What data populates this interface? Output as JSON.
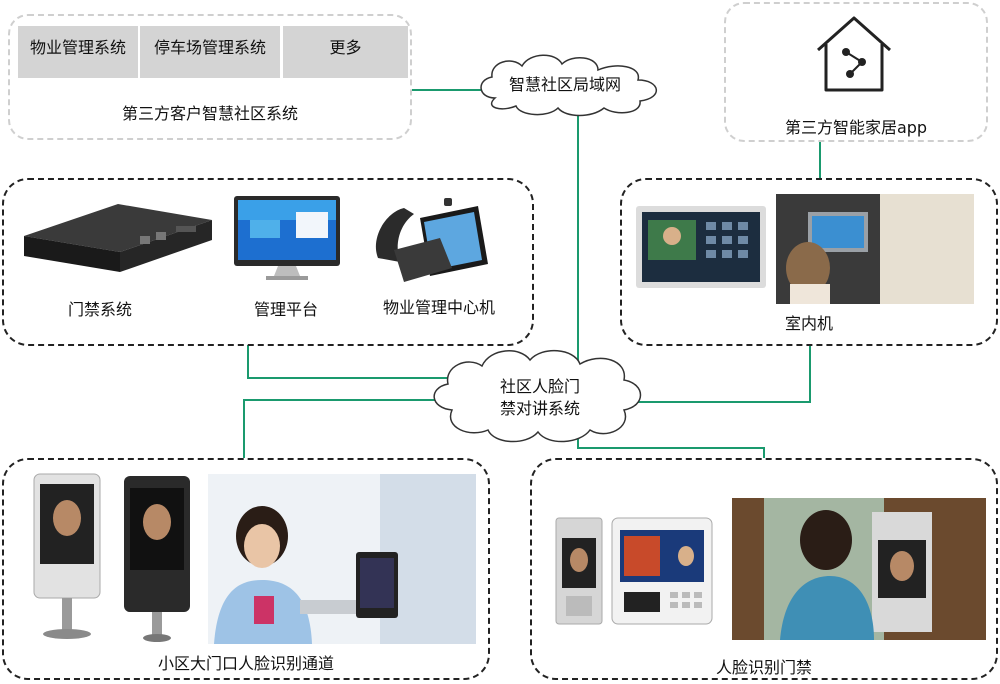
{
  "colors": {
    "connector": "#1a9a6e",
    "light_border": "#cfcfcf",
    "dark_border": "#222222",
    "tab_bg": "#d4d4d4"
  },
  "third_party_system": {
    "tabs": [
      "物业管理系统",
      "停车场管理系统",
      "更多"
    ],
    "caption": "第三方客户智慧社区系统"
  },
  "lan_cloud": {
    "label": "智慧社区局域网"
  },
  "smart_home": {
    "icon": "house-share-icon",
    "caption": "第三方智能家居app"
  },
  "center_devices": {
    "items": [
      {
        "label": "门禁系统",
        "icon": "server-rack-icon"
      },
      {
        "label": "管理平台",
        "icon": "monitor-icon"
      },
      {
        "label": "物业管理中心机",
        "icon": "desk-videophone-icon"
      }
    ]
  },
  "indoor_unit": {
    "caption": "室内机"
  },
  "intercom_cloud": {
    "line1": "社区人脸门",
    "line2": "禁对讲系统"
  },
  "gate_channel": {
    "caption": "小区大门口人脸识别通道"
  },
  "face_access": {
    "caption": "人脸识别门禁"
  }
}
